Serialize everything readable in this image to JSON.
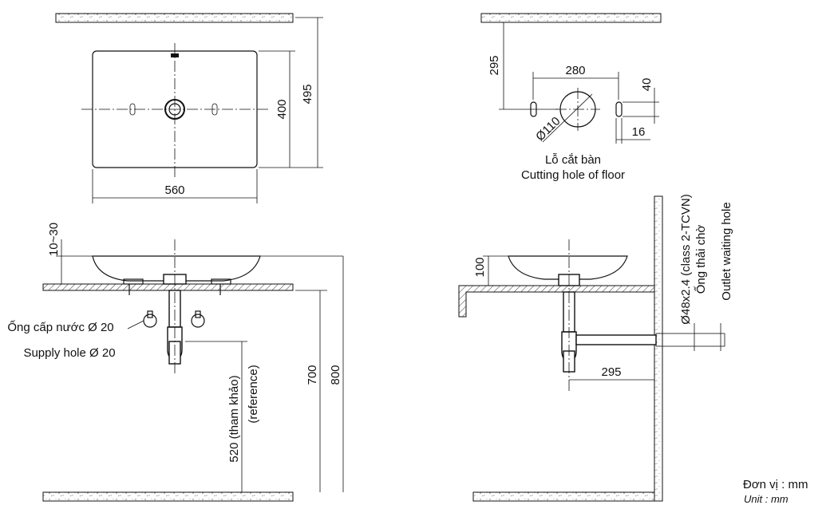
{
  "dimensions": {
    "top_width": "560",
    "top_depth": "400",
    "top_overall": "495",
    "cut_offset": "295",
    "cut_spacing": "280",
    "cut_slot_height": "40",
    "cut_slot_width": "16",
    "cut_diameter": "Ø110",
    "height_range": "10~30",
    "counter_height": "700",
    "overall_height": "800",
    "right_basin_height": "100",
    "outlet_distance": "295"
  },
  "labels": {
    "cutting_vn": "Lỗ cắt bàn",
    "cutting_en": "Cutting hole of floor",
    "supply_vn": "Ống cấp nước Ø 20",
    "supply_en": "Supply hole Ø 20",
    "reference_vn": "520 (tham khảo)",
    "reference_en": "(reference)",
    "outlet_spec": "Ø48x2.4 (class 2-TCVN)",
    "outlet_vn": "Ống thải chờ",
    "outlet_en": "Outlet waiting hole",
    "unit_vn": "Đơn vị : mm",
    "unit_en": "Unit : mm"
  }
}
